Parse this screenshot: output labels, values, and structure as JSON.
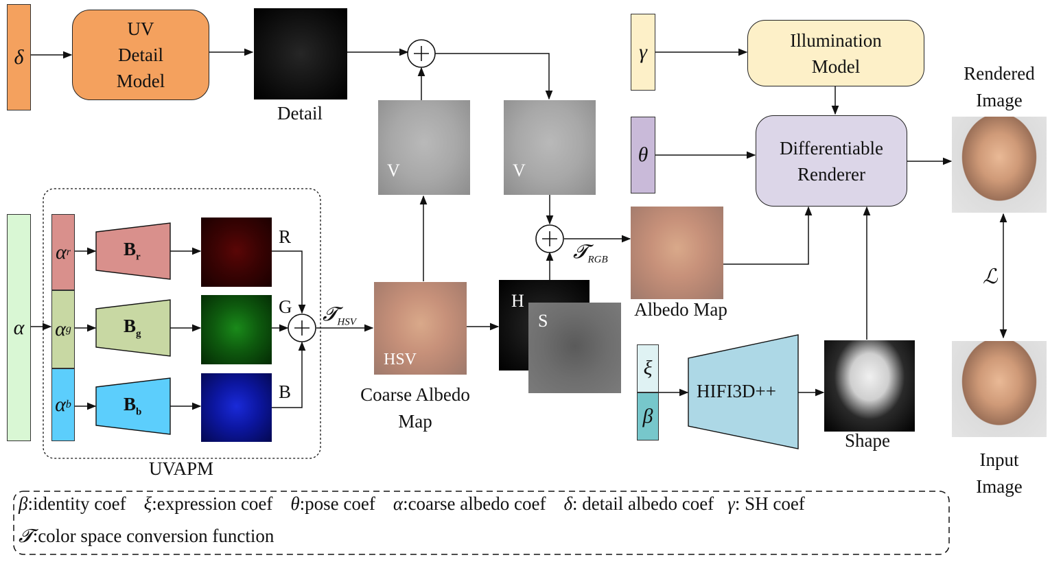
{
  "top": {
    "delta_symbol": "δ",
    "uv_detail_lines": [
      "UV",
      "Detail",
      "Model"
    ],
    "detail_label": "Detail",
    "gamma_symbol": "γ",
    "illumination_lines": [
      "Illumination",
      "Model"
    ]
  },
  "middle": {
    "v_label_1": "V",
    "v_label_2": "V",
    "theta_symbol": "θ",
    "renderer_lines": [
      "Differentiable",
      "Renderer"
    ],
    "rendered_image_lines": [
      "Rendered",
      "Image"
    ],
    "t_rgb": "𝓣",
    "t_rgb_sub": "RGB",
    "albedo_map_label": "Albedo Map",
    "loss_symbol": "ℒ"
  },
  "uvapm": {
    "alpha_symbol": "α",
    "alpha_r": "α",
    "alpha_r_sub": "r",
    "alpha_g": "α",
    "alpha_g_sub": "g",
    "alpha_b": "α",
    "alpha_b_sub": "b",
    "basis_r": "B",
    "basis_r_sub": "r",
    "basis_g": "B",
    "basis_g_sub": "g",
    "basis_b": "B",
    "basis_b_sub": "b",
    "label_r": "R",
    "label_g": "G",
    "label_b": "B",
    "title": "UVAPM"
  },
  "lower": {
    "t_hsv": "𝓣",
    "t_hsv_sub": "HSV",
    "hsv_overlay": "HSV",
    "coarse_albedo_lines": [
      "Coarse Albedo",
      "Map"
    ],
    "h_label": "H",
    "s_label": "S",
    "xi_symbol": "ξ",
    "beta_symbol": "β",
    "hifi_label": "HIFI3D++",
    "shape_label": "Shape",
    "input_image_lines": [
      "Input",
      "Image"
    ]
  },
  "legend": {
    "line1": [
      {
        "sym": "β",
        "text": ":identity coef"
      },
      {
        "sym": "ξ",
        "text": ":expression coef"
      },
      {
        "sym": "θ",
        "text": ":pose coef"
      },
      {
        "sym": "α",
        "text": ":coarse albedo coef"
      },
      {
        "sym": "δ",
        "text": ": detail albedo coef"
      },
      {
        "sym": "γ",
        "text": ": SH coef"
      }
    ],
    "line2_sym": "𝓣",
    "line2_text": ":color space conversion function"
  },
  "colors": {
    "orange": "#f4a15e",
    "cream": "#fdf0c8",
    "lavender": "#dcd6e8",
    "theta_purple": "#c9bad9",
    "alpha_green": "#d9f7d4",
    "red_bar": "#d9908c",
    "green_bar": "#c8d8a3",
    "blue_bar": "#5ccefc",
    "xi_teal": "#dff2f3",
    "beta_teal": "#77c7cb",
    "hifi_blue": "#add8e6"
  }
}
